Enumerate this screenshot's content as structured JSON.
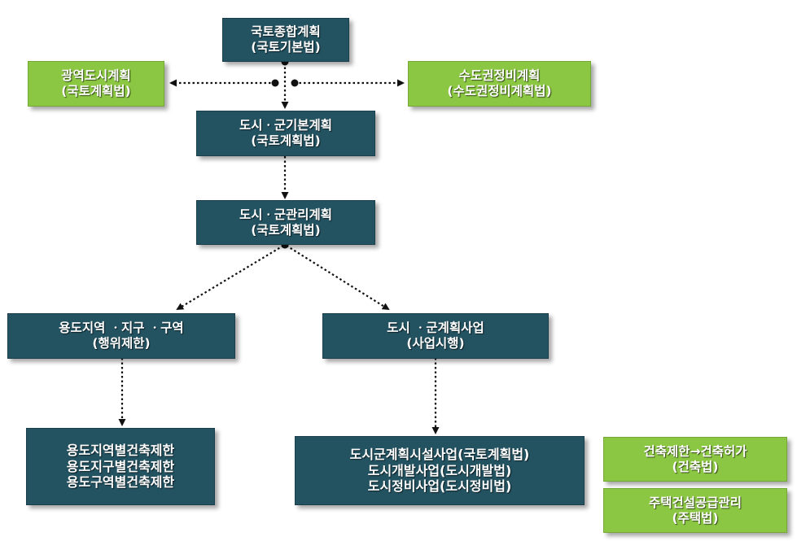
{
  "nodes": {
    "national": {
      "line1": "국토종합계획",
      "line2": "(국토기본법)"
    },
    "metro_regional": {
      "line1": "광역도시계획",
      "line2": "(국토계획법)"
    },
    "capital_region": {
      "line1": "수도권정비계획",
      "line2": "(수도권정비계획법)"
    },
    "basic_plan": {
      "line1": "도시ㆍ군기본계획",
      "line2": "(국토계획법)"
    },
    "management_plan": {
      "line1": "도시ㆍ군관리계획",
      "line2": "(국토계획법)"
    },
    "zoning": {
      "line1": "용도지역 ㆍ지구 ㆍ구역",
      "line2": "(행위제한)"
    },
    "planning_project": {
      "line1": "도시 ㆍ군계획사업",
      "line2": "(사업시행)"
    },
    "building_restrictions": {
      "line1": "용도지역별건축제한",
      "line2": "용도지구별건축제한",
      "line3": "용도구역별건축제한"
    },
    "facility_projects": {
      "line1": "도시군계획시설사업(국토계획법)",
      "line2": "도시개발사업(도시개발법)",
      "line3": "도시정비사업(도시정비법)"
    },
    "building_permit": {
      "line1": "건축제한→건축허가",
      "line2": "(건축법)"
    },
    "housing_supply": {
      "line1": "주택건설공급관리",
      "line2": "(주택법)"
    }
  },
  "colors": {
    "dark_box": "#235261",
    "green_box": "#8bc742",
    "connector": "#111111"
  }
}
